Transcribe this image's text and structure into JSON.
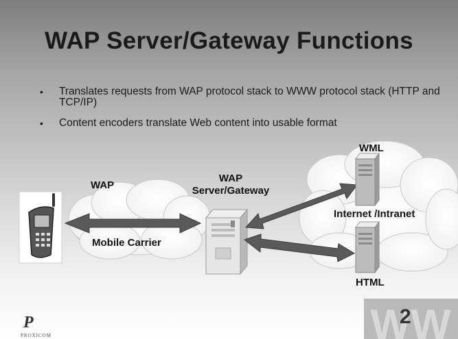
{
  "slide": {
    "title": "WAP Server/Gateway Functions",
    "bullets": [
      {
        "text": "Translates requests from WAP protocol stack to WWW protocol stack (HTTP and TCP/IP)"
      },
      {
        "text": "Content encoders translate Web content into usable format"
      }
    ]
  },
  "diagram": {
    "wap_label": "WAP",
    "mobile_carrier_label": "Mobile Carrier",
    "gateway_label_line1": "WAP",
    "gateway_label_line2": "Server/Gateway",
    "wml_label": "WML",
    "internet_label": "Internet /Intranet",
    "html_label": "HTML"
  },
  "footer": {
    "logo_mark": "P",
    "logo_text": "PROXICOM",
    "badge_letters": "WW",
    "page_number": "2"
  },
  "colors": {
    "arrow": "#555555",
    "cloud": "#ffffff",
    "server": "#d8d8d8",
    "text": "#1a1a1a"
  }
}
